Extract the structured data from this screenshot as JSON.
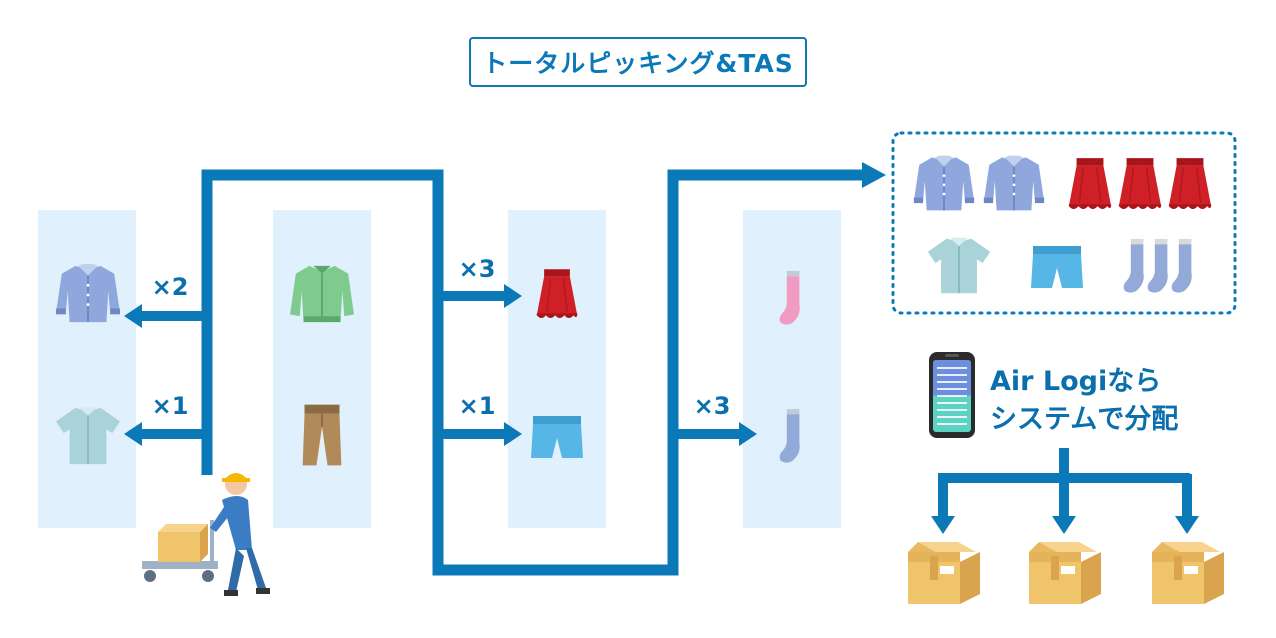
{
  "title": "トータルピッキング&TAS",
  "multipliers": {
    "shirt": "×2",
    "tshirt": "×1",
    "skirt": "×3",
    "shorts": "×1",
    "socks": "×3"
  },
  "caption": {
    "line1": "Air Logiなら",
    "line2": "システムで分配"
  },
  "colors": {
    "flow_blue": "#0b78b8",
    "shelf_bg": "#e0f0fc",
    "shirt_blue": "#8fa7dc",
    "tshirt_teal": "#a9d3d8",
    "sweater_green": "#7fcb8e",
    "pants_tan": "#b18a5a",
    "skirt_red": "#cf2027",
    "shorts_blue": "#56b7e6",
    "sock_pink": "#f19ac2",
    "sock_blue": "#93a9d8",
    "box_tan": "#f0c46b"
  },
  "icons": [
    "shirt-icon",
    "tshirt-icon",
    "sweater-icon",
    "pants-icon",
    "skirt-icon",
    "shorts-icon",
    "sock-icon",
    "smartphone-icon",
    "cardboard-box-icon",
    "worker-with-cart-icon"
  ]
}
